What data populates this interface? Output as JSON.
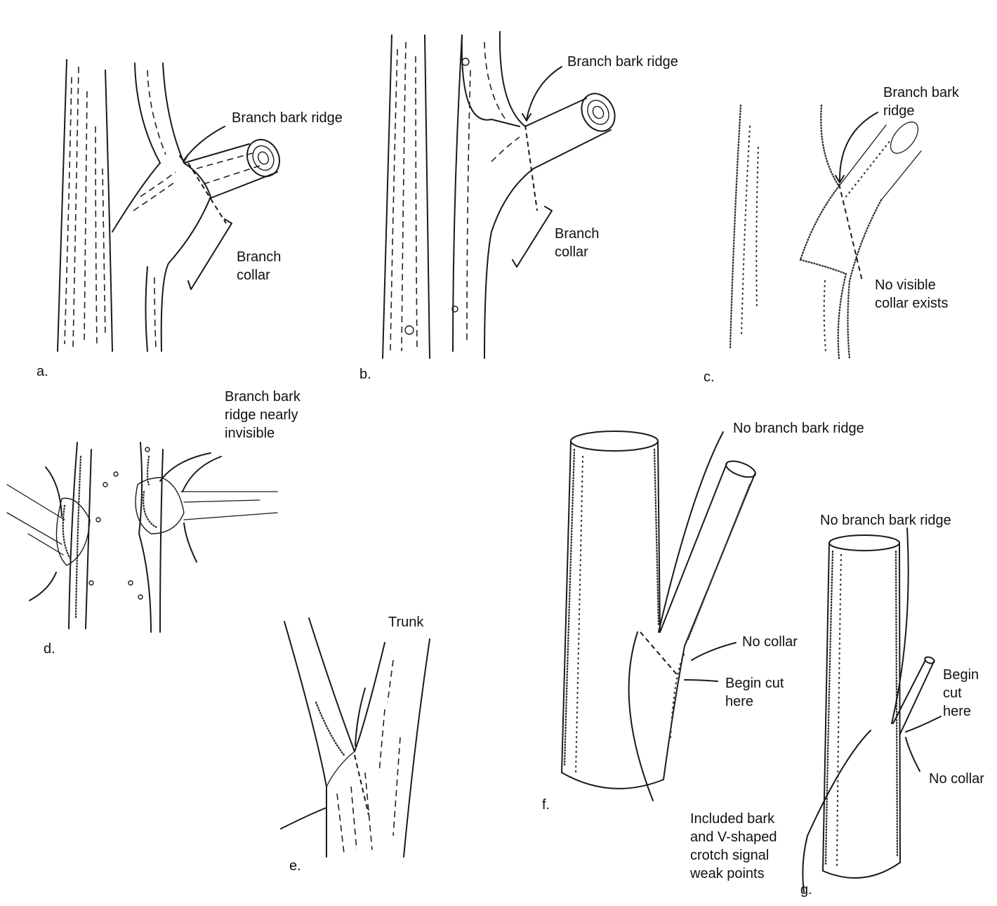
{
  "panels": {
    "a": {
      "letter": "a.",
      "labels": {
        "ridge": "Branch bark ridge",
        "collar_1": "Branch",
        "collar_2": "collar"
      }
    },
    "b": {
      "letter": "b.",
      "labels": {
        "ridge": "Branch bark ridge",
        "collar_1": "Branch",
        "collar_2": "collar"
      }
    },
    "c": {
      "letter": "c.",
      "labels": {
        "ridge_1": "Branch bark",
        "ridge_2": "ridge",
        "no_collar_1": "No visible",
        "no_collar_2": "collar exists"
      }
    },
    "d": {
      "letter": "d.",
      "labels": {
        "ridge_1": "Branch bark",
        "ridge_2": "ridge nearly",
        "ridge_3": "invisible"
      }
    },
    "e": {
      "letter": "e.",
      "labels": {
        "trunk": "Trunk"
      }
    },
    "f": {
      "letter": "f.",
      "labels": {
        "no_ridge": "No branch bark ridge",
        "no_collar": "No collar",
        "begin_1": "Begin cut",
        "begin_2": "here"
      }
    },
    "g": {
      "letter": "g.",
      "labels": {
        "no_ridge": "No branch bark ridge",
        "begin_1": "Begin",
        "begin_2": "cut",
        "begin_3": "here",
        "no_collar": "No collar"
      }
    }
  },
  "shared_note": {
    "line_1": "Included bark",
    "line_2": "and V-shaped",
    "line_3": "crotch signal",
    "line_4": "weak points"
  }
}
